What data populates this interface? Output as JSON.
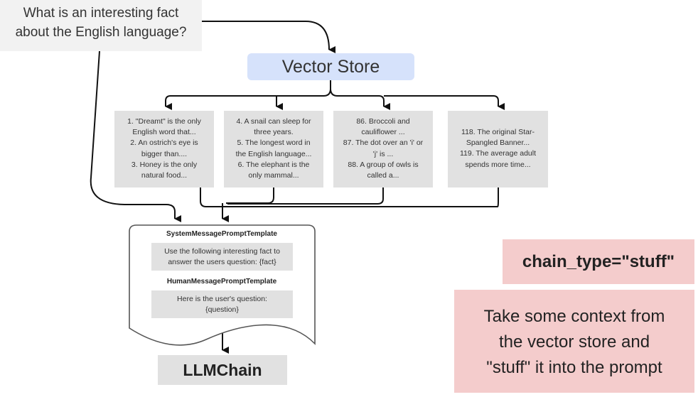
{
  "question": {
    "lines": [
      "What is an interesting fact",
      "about the English language?"
    ]
  },
  "vector_store": {
    "label": "Vector Store"
  },
  "documents": [
    {
      "lines": [
        "1. \"Dreamt\" is the only",
        "English word that...",
        "2. An ostrich's eye is",
        "bigger than....",
        "3. Honey is the only",
        "natural food..."
      ]
    },
    {
      "lines": [
        "4. A snail can sleep for",
        "three years.",
        "5. The longest word in",
        "the English language...",
        "6. The elephant is the",
        "only mammal..."
      ]
    },
    {
      "lines": [
        "86. Broccoli and",
        "cauliflower ...",
        "87. The dot over an 'i' or",
        "'j' is ...",
        "88. A group of owls is",
        "called a..."
      ]
    },
    {
      "lines": [
        "118. The original Star-",
        "Spangled Banner...",
        "119. The average adult",
        "spends more time..."
      ]
    }
  ],
  "prompt_template": {
    "system_title": "SystemMessagePromptTemplate",
    "system_lines": [
      "Use the following interesting fact to",
      "answer the users question: {fact}"
    ],
    "human_title": "HumanMessagePromptTemplate",
    "human_lines": [
      "Here is the user's question:",
      "{question}"
    ]
  },
  "llmchain": {
    "label": "LLMChain"
  },
  "chain_type": {
    "label": "chain_type=\"stuff\""
  },
  "explanation": {
    "lines": [
      "Take some context from",
      "the vector store and",
      "\"stuff\" it into the prompt"
    ]
  },
  "colors": {
    "vector_store_bg": "#d6e2fb",
    "doc_bg": "#e1e1e1",
    "note_bg": "#f4cccc",
    "arrow": "#111111"
  }
}
